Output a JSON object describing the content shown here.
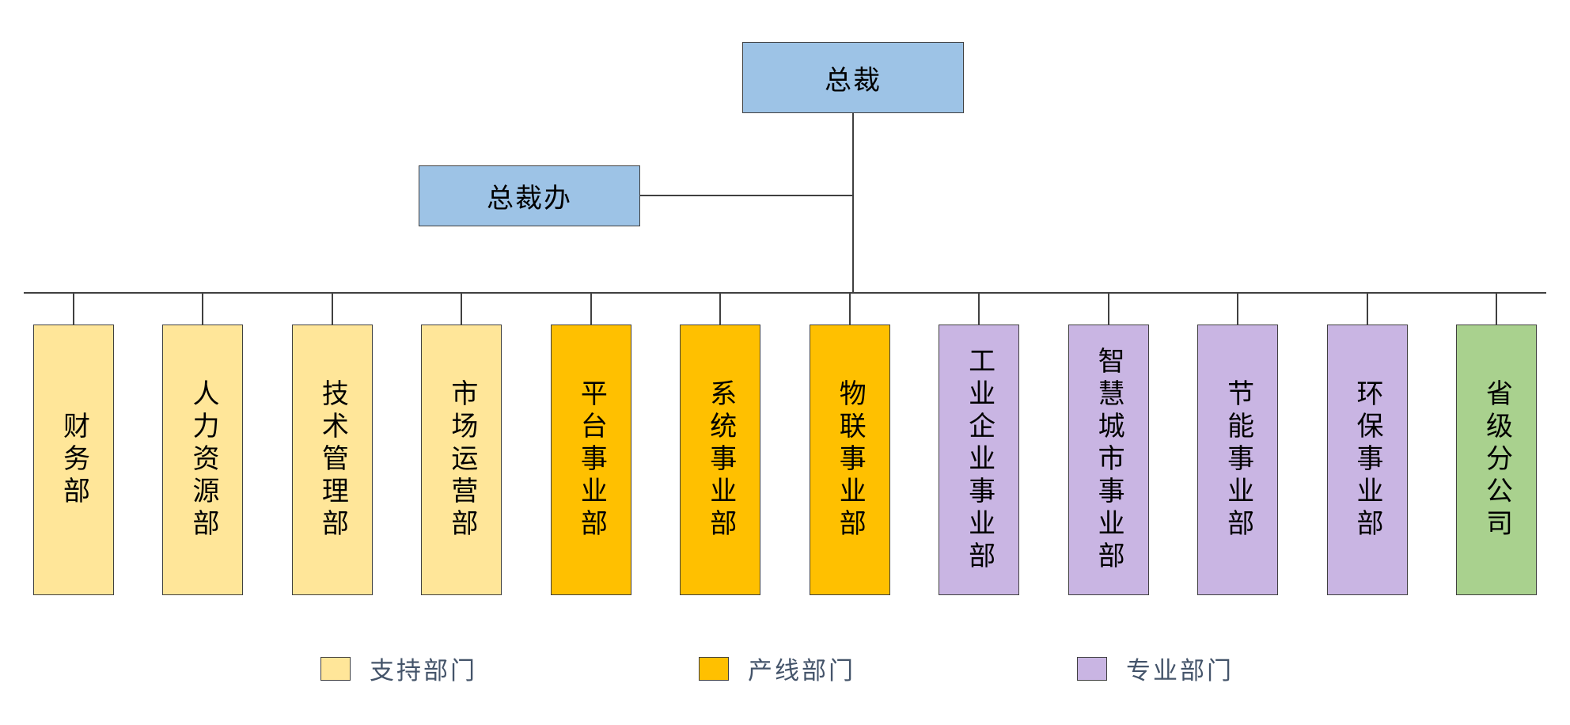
{
  "chart": {
    "type": "org-chart",
    "president": {
      "label": "总裁"
    },
    "office": {
      "label": "总裁办"
    },
    "departments": [
      {
        "label": "财务部",
        "type": "support"
      },
      {
        "label": "人力资源部",
        "type": "support"
      },
      {
        "label": "技术管理部",
        "type": "support"
      },
      {
        "label": "市场运营部",
        "type": "support"
      },
      {
        "label": "平台事业部",
        "type": "product"
      },
      {
        "label": "系统事业部",
        "type": "product"
      },
      {
        "label": "物联事业部",
        "type": "product"
      },
      {
        "label": "工业企业事业部",
        "type": "professional"
      },
      {
        "label": "智慧城市事业部",
        "type": "professional"
      },
      {
        "label": "节能事业部",
        "type": "professional"
      },
      {
        "label": "环保事业部",
        "type": "professional"
      },
      {
        "label": "省级分公司",
        "type": "branch"
      }
    ],
    "legend": [
      {
        "label": "支持部门",
        "type": "support"
      },
      {
        "label": "产线部门",
        "type": "product"
      },
      {
        "label": "专业部门",
        "type": "professional"
      }
    ],
    "colors": {
      "executive": "#9DC3E6",
      "support": "#FFE699",
      "product": "#FFC000",
      "professional": "#C9B5E3",
      "branch": "#A9D18E",
      "line": "#404040",
      "legend_text": "#44546A"
    }
  }
}
